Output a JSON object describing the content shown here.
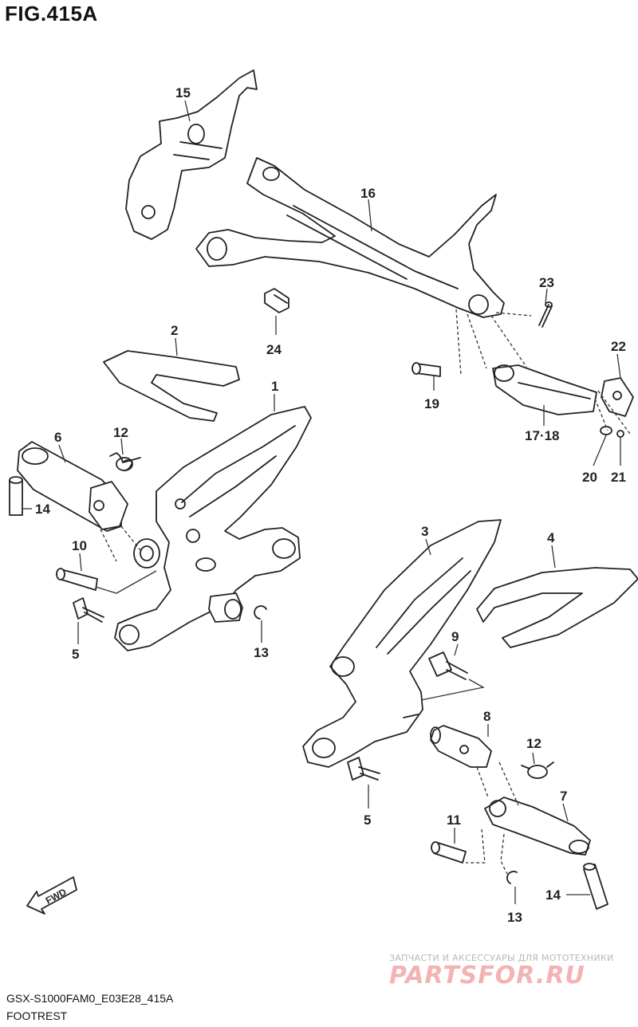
{
  "figure": {
    "title": "FIG.415A",
    "model_code": "GSX-S1000FAM0_E03E28_415A",
    "section_name": "FOOTREST"
  },
  "watermark": {
    "text": "ЗАПЧАСТИ И АКСЕССУАРЫ ДЛЯ МОТОТЕХНИКИ",
    "logo": "PARTSFOR.RU"
  },
  "fwd_label": "FWD",
  "labels": {
    "l1": "1",
    "l2": "2",
    "l3": "3",
    "l4": "4",
    "l5a": "5",
    "l5b": "5",
    "l6": "6",
    "l7": "7",
    "l8": "8",
    "l9": "9",
    "l10": "10",
    "l11": "11",
    "l12a": "12",
    "l12b": "12",
    "l13a": "13",
    "l13b": "13",
    "l14a": "14",
    "l14b": "14",
    "l15": "15",
    "l16": "16",
    "l1718": "17·18",
    "l19": "19",
    "l20": "20",
    "l21": "21",
    "l22": "22",
    "l23": "23",
    "l24": "24"
  }
}
